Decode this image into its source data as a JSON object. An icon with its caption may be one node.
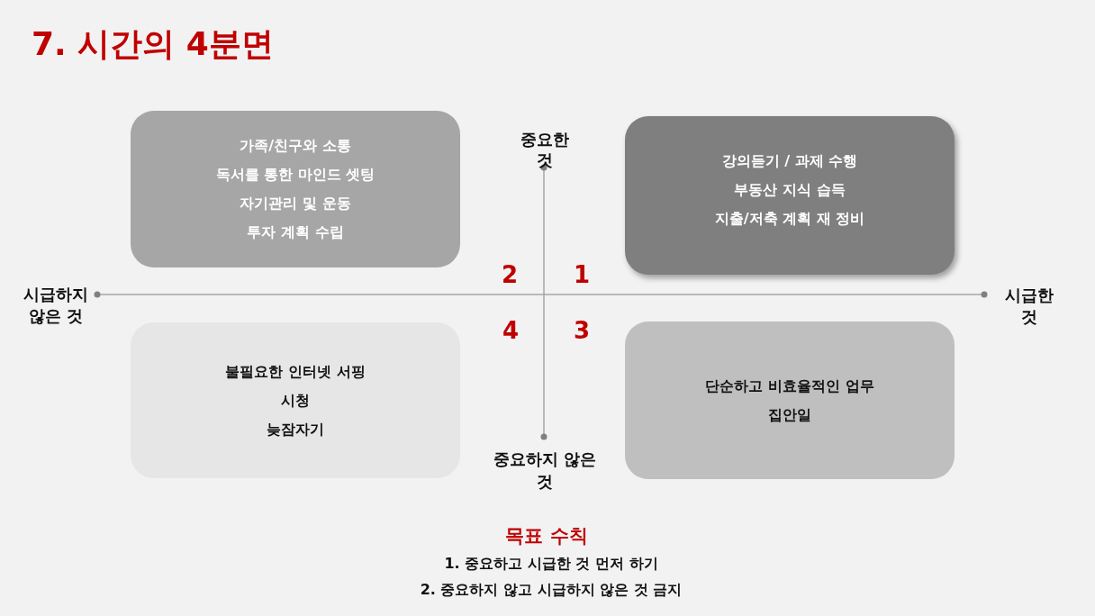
{
  "diagram": {
    "title": "7. 시간의 4분면",
    "nodes": [
      {
        "text": [
          "가족/친구와 소통",
          "독서를 통한 마인드 셋팅",
          "자기관리 및 운동",
          "투자 계획 수립"
        ]
      },
      {
        "text": [
          "강의듣기 / 과제 수행",
          "부동산 지식 습득",
          "지출/저축 계획 재 정비"
        ]
      },
      {
        "text": [
          "불필요한 인터넷 서핑",
          "시청",
          "늦잠자기"
        ]
      },
      {
        "text": [
          "단순하고 비효율적인 업무",
          "집안일"
        ]
      }
    ],
    "labels": [
      "중요한 것",
      "2",
      "1",
      "시급하지 않은 것",
      "시급한 것",
      "4",
      "3",
      "중요하지 않은 것",
      "목표 수칙",
      "1. 중요하고 시급한 것 먼저 하기",
      "2. 중요하지 않고 시급하지 않은 것 금지"
    ]
  }
}
